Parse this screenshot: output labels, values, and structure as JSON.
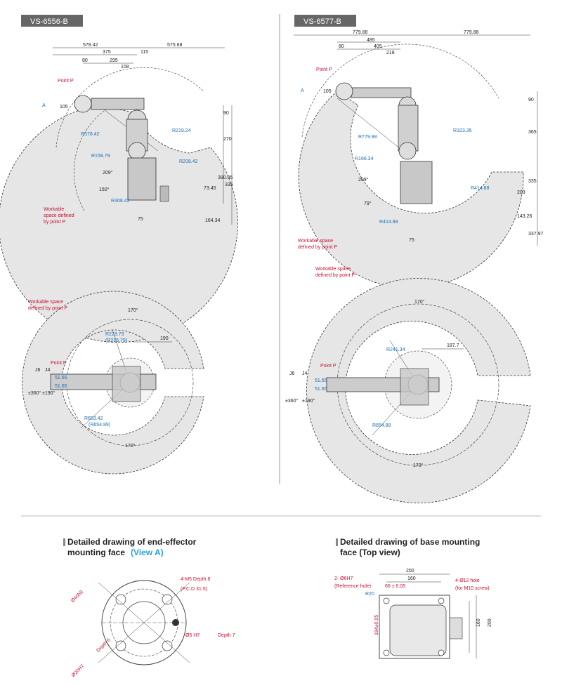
{
  "models": {
    "left": {
      "tag": "VS-6556-B"
    },
    "right": {
      "tag": "VS-6577-B"
    }
  },
  "left_side": {
    "top_dims": [
      "578.42",
      "575.68",
      "375",
      "115",
      "80",
      "295",
      "108"
    ],
    "vert_dims": [
      "90",
      "270",
      "390.95",
      "335",
      "73.45",
      "164.34",
      "75",
      "105"
    ],
    "radii": [
      "R578.42",
      "R219.24",
      "R158.79",
      "R208.42",
      "R308.42"
    ],
    "angles": [
      "209°",
      "150°"
    ],
    "point_p": "Point P",
    "arrow_a": "A",
    "workable": [
      "Workable",
      "space defined",
      "by point P"
    ]
  },
  "right_side": {
    "top_dims": [
      "779.88",
      "779.88",
      "485",
      "405",
      "218",
      "80"
    ],
    "vert_dims": [
      "90",
      "365",
      "335",
      "203",
      "143.26",
      "337.97",
      "75",
      "105"
    ],
    "radii": [
      "R779.88",
      "R323.35",
      "R166.34",
      "R414.88",
      "R414.88"
    ],
    "angles": [
      "209°",
      "79°"
    ],
    "point_p": "Point P",
    "arrow_a": "A",
    "workable": [
      "Workable space",
      "defined by point P"
    ]
  },
  "left_top": {
    "workable": [
      "Workable space",
      "defined by point P"
    ],
    "angle_top": "170°",
    "angle_bottom": "170°",
    "r1": "R223.79",
    "r1b": "(R215.79)",
    "r2": "R653.42",
    "r2b": "(R654.89)",
    "dim": "190",
    "point_p": "Point P",
    "j6": "J6",
    "j4": "J4",
    "j6_range": "±360°",
    "j4_range": "±190°",
    "offsets": [
      "51.65",
      "51.65"
    ]
  },
  "right_top": {
    "workable": [
      "Workable space",
      "defined by point P"
    ],
    "angle_top": "170°",
    "angle_bottom": "170°",
    "r1": "R241.34",
    "r2": "R854.88",
    "dim": "187.7",
    "point_p": "Point P",
    "j6": "J6",
    "j4": "J4",
    "j6_range": "±360°",
    "j4_range": "±190°",
    "offsets": [
      "51.65",
      "51.65"
    ]
  },
  "detail_left": {
    "title_line1": "Detailed drawing of end-effector",
    "title_line2": "mounting face",
    "title_view": "(View A)",
    "m5": "4-M5  Depth 8",
    "pcd": "(P.C.D 31.5)",
    "phi40": "Ø40h8",
    "phi20": "Ø20H7",
    "depth6": "Depth 6",
    "phi5": "Ø5 H7",
    "depth7": "Depth 7"
  },
  "detail_right": {
    "title_line1": "Detailed drawing of base mounting",
    "title_line2": "face (Top view)",
    "w200": "200",
    "w160": "160",
    "pin": "2- Ø6H7",
    "ref": "(Reference hole)",
    "tol": "66 ± 0.05",
    "r20": "R20",
    "hole": "4-Ø12 hole",
    "screw": "(for M10 screw)",
    "h184": "184±0.05",
    "h160": "160",
    "h200": "200"
  }
}
